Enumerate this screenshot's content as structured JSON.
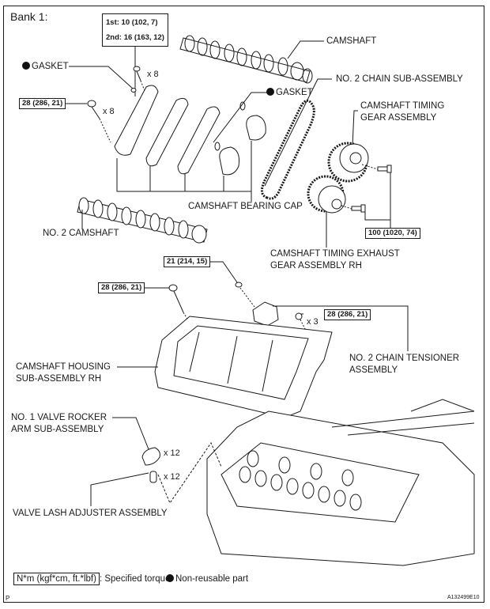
{
  "figure": {
    "title": "Bank 1:",
    "page_marker": "P",
    "figure_code": "A132499E10"
  },
  "parts": {
    "camshaft": "CAMSHAFT",
    "no2_camshaft": "NO. 2 CAMSHAFT",
    "gasket_left": "GASKET",
    "gasket_right": "GASKET",
    "no2_chain_sub_assembly": "NO. 2 CHAIN SUB-ASSEMBLY",
    "camshaft_timing_gear_line1": "CAMSHAFT TIMING",
    "camshaft_timing_gear_line2": "GEAR ASSEMBLY",
    "camshaft_bearing_cap": "CAMSHAFT BEARING CAP",
    "exhaust_gear_line1": "CAMSHAFT TIMING EXHAUST",
    "exhaust_gear_line2": "GEAR ASSEMBLY RH",
    "housing_line1": "CAMSHAFT HOUSING",
    "housing_line2": "SUB-ASSEMBLY RH",
    "tensioner_line1": "NO. 2 CHAIN TENSIONER",
    "tensioner_line2": "ASSEMBLY",
    "rocker_line1": "NO. 1 VALVE ROCKER",
    "rocker_line2": "ARM SUB-ASSEMBLY",
    "lash_adjuster": "VALVE LASH ADJUSTER ASSEMBLY"
  },
  "torques": {
    "bearing_cap_1st": "1st: 10 (102, 7)",
    "bearing_cap_2nd": "2nd: 16 (163, 12)",
    "cap_bolt_left": "28 (286, 21)",
    "gear_bolts": "100 (1020, 74)",
    "tensioner_bolt": "21 (214, 15)",
    "housing_bolt_left": "28 (286, 21)",
    "housing_bolt_right": "28 (286, 21)"
  },
  "quantities": {
    "cap_bolts_upper": "x 8",
    "cap_bolts_left": "x 8",
    "housing_bolts_right": "x 3",
    "rocker_arms": "x 12",
    "lash_adjusters": "x 12"
  },
  "legend": {
    "torque_unit": "N*m (kgf*cm, ft.*lbf)",
    "torque_desc": ": Specified torque",
    "nonreusable": "Non-reusable part"
  }
}
